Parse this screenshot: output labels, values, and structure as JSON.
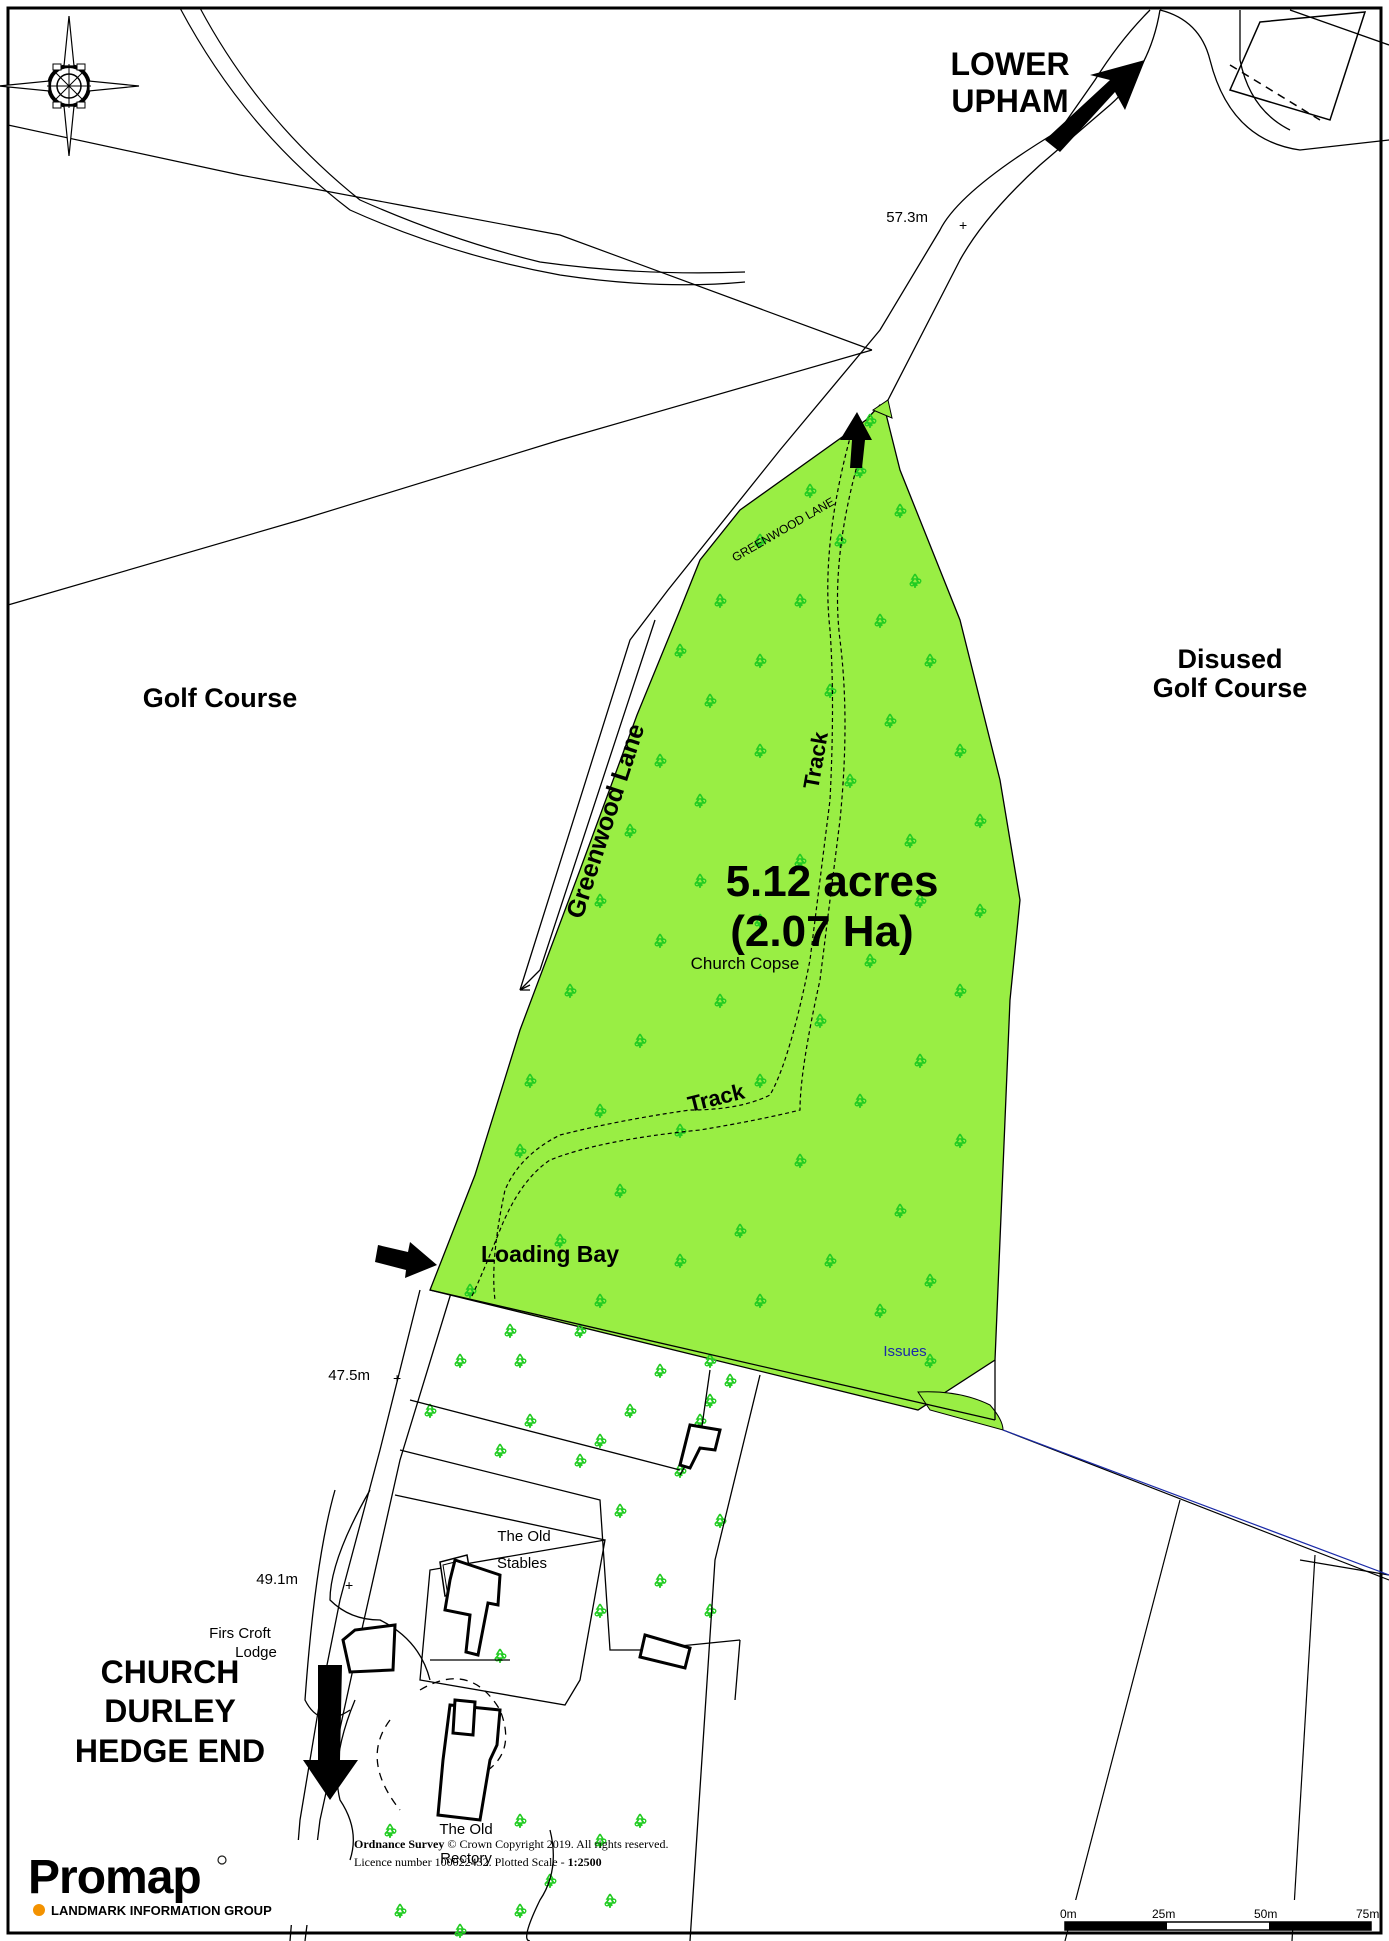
{
  "colors": {
    "woodland_fill": "#99ee44",
    "tree_symbol": "#22cc22",
    "line": "#000000",
    "frame": "#000000",
    "promap_orange": "#f39200"
  },
  "destinations": {
    "top": [
      "LOWER",
      "UPHAM"
    ],
    "bottom_left": [
      "CHURCH",
      "DURLEY",
      "HEDGE END"
    ]
  },
  "areas": {
    "golf_course": "Golf Course",
    "disused": [
      "Disused",
      "Golf Course"
    ]
  },
  "plot": {
    "acres": "5.12 acres",
    "hectares": "(2.07 Ha)",
    "name": "Church Copse"
  },
  "roads": {
    "lane": "Greenwood Lane",
    "lane_caps": "GREENWOOD LANE",
    "track_1": "Track",
    "track_2": "Track"
  },
  "features": {
    "loading_bay": "Loading Bay",
    "issues": "Issues",
    "old_stables": [
      "The Old",
      "Stables"
    ],
    "firs_croft": [
      "Firs Croft",
      "Lodge"
    ],
    "old_rectory": [
      "The Old",
      "Rectory"
    ]
  },
  "spot_heights": [
    "57.3m",
    "47.5m",
    "49.1m"
  ],
  "copyright": {
    "line1_bold": "Ordnance Survey",
    "line1_rest": " © Crown Copyright 2019. All rights reserved.",
    "line2": "Licence number 100022432. Plotted Scale - ",
    "scale": "1:2500"
  },
  "logo": {
    "name": "Promap",
    "sub": "LANDMARK INFORMATION GROUP"
  },
  "scale_bar": [
    "0m",
    "25m",
    "50m",
    "75m"
  ]
}
